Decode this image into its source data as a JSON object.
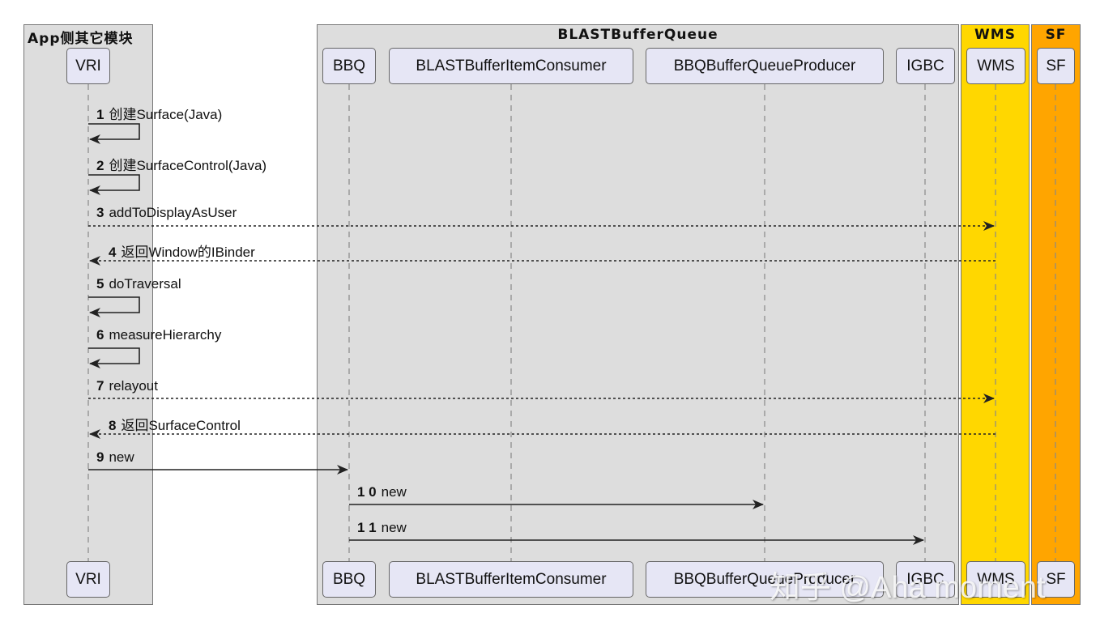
{
  "groups": [
    {
      "id": "app",
      "title": "App侧其它模块",
      "color": "#dddddd"
    },
    {
      "id": "bbq",
      "title": "BLASTBufferQueue",
      "color": "#dddddd"
    },
    {
      "id": "wms",
      "title": "WMS",
      "color": "#ffd700"
    },
    {
      "id": "sf",
      "title": "SF",
      "color": "#ffa500"
    }
  ],
  "participants": [
    {
      "id": "vri",
      "label": "VRI"
    },
    {
      "id": "bbq",
      "label": "BBQ"
    },
    {
      "id": "consumer",
      "label": "BLASTBufferItemConsumer"
    },
    {
      "id": "producer",
      "label": "BBQBufferQueueProducer"
    },
    {
      "id": "igbc",
      "label": "IGBC"
    },
    {
      "id": "wms",
      "label": "WMS"
    },
    {
      "id": "sf",
      "label": "SF"
    }
  ],
  "messages": [
    {
      "num": "1",
      "text": "创建Surface(Java)",
      "from": "VRI",
      "to": "VRI",
      "style": "solid"
    },
    {
      "num": "2",
      "text": "创建SurfaceControl(Java)",
      "from": "VRI",
      "to": "VRI",
      "style": "solid"
    },
    {
      "num": "3",
      "text": "addToDisplayAsUser",
      "from": "VRI",
      "to": "WMS",
      "style": "dashed"
    },
    {
      "num": "4",
      "text": "返回Window的IBinder",
      "from": "WMS",
      "to": "VRI",
      "style": "dashed"
    },
    {
      "num": "5",
      "text": "doTraversal",
      "from": "VRI",
      "to": "VRI",
      "style": "solid"
    },
    {
      "num": "6",
      "text": "measureHierarchy",
      "from": "VRI",
      "to": "VRI",
      "style": "solid"
    },
    {
      "num": "7",
      "text": "relayout",
      "from": "VRI",
      "to": "WMS",
      "style": "dashed"
    },
    {
      "num": "8",
      "text": "返回SurfaceControl",
      "from": "WMS",
      "to": "VRI",
      "style": "dashed"
    },
    {
      "num": "9",
      "text": "new",
      "from": "VRI",
      "to": "BBQ",
      "style": "solid"
    },
    {
      "num": "1 0",
      "text": "new",
      "from": "BBQ",
      "to": "BBQBufferQueueProducer",
      "style": "solid"
    },
    {
      "num": "1 1",
      "text": "new",
      "from": "BBQ",
      "to": "IGBC",
      "style": "solid"
    }
  ],
  "watermark": "知乎 @Aha moment"
}
